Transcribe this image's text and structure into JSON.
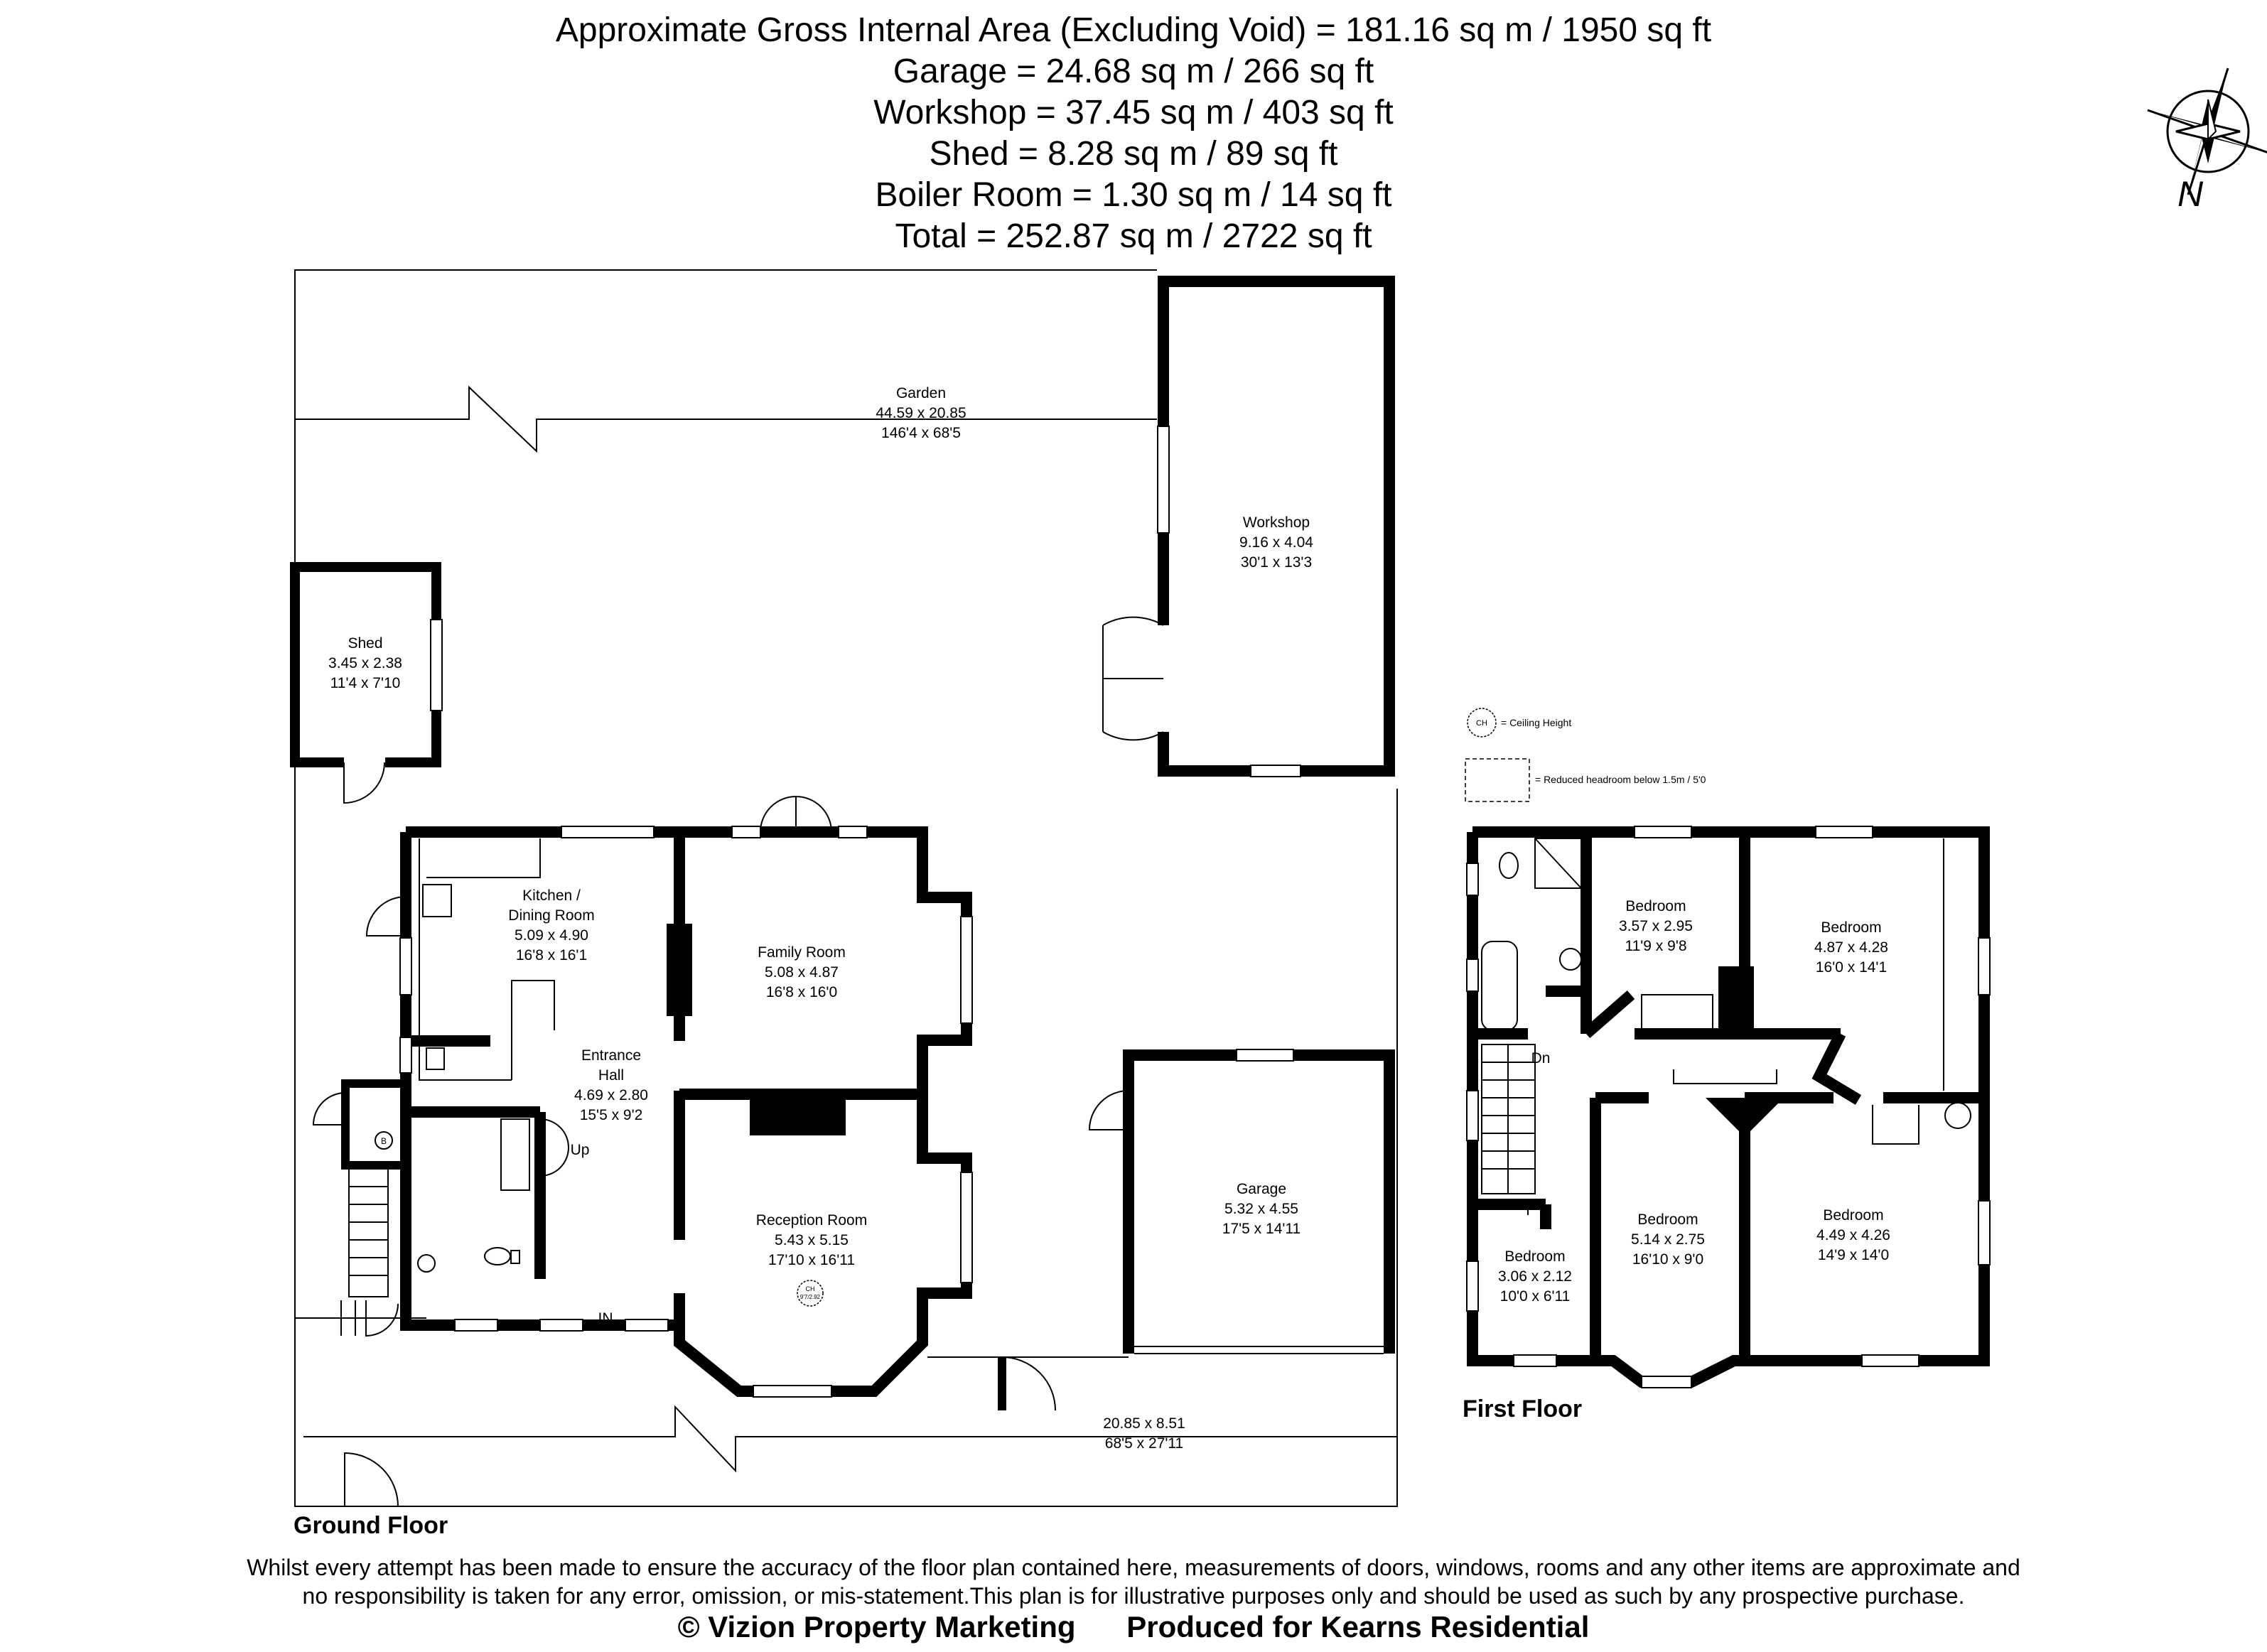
{
  "area_summary": [
    "Approximate Gross Internal Area (Excluding Void) = 181.16 sq m / 1950 sq ft",
    "Garage = 24.68 sq m / 266 sq ft",
    "Workshop = 37.45 sq m / 403 sq ft",
    "Shed = 8.28 sq m / 89 sq ft",
    "Boiler Room = 1.30 sq m / 14 sq ft",
    "Total = 252.87 sq m / 2722 sq ft"
  ],
  "compass": {
    "label": "N"
  },
  "rooms": {
    "garden": {
      "name": "Garden",
      "metric": "44.59 x 20.85",
      "imperial": "146'4 x 68'5"
    },
    "shed": {
      "name": "Shed",
      "metric": "3.45 x 2.38",
      "imperial": "11'4 x 7'10"
    },
    "workshop": {
      "name": "Workshop",
      "metric": "9.16 x 4.04",
      "imperial": "30'1 x 13'3"
    },
    "kitchen": {
      "name_line1": "Kitchen /",
      "name_line2": "Dining Room",
      "metric": "5.09 x 4.90",
      "imperial": "16'8 x 16'1"
    },
    "family": {
      "name": "Family Room",
      "metric": "5.08 x 4.87",
      "imperial": "16'8 x 16'0"
    },
    "hall": {
      "name_line1": "Entrance",
      "name_line2": "Hall",
      "metric": "4.69 x 2.80",
      "imperial": "15'5 x 9'2"
    },
    "reception": {
      "name": "Reception Room",
      "metric": "5.43 x 5.15",
      "imperial": "17'10 x 16'11",
      "ceiling_tag": "CH",
      "ceiling_value": "9'7/2.92"
    },
    "garage": {
      "name": "Garage",
      "metric": "5.32 x 4.55",
      "imperial": "17'5 x 14'11"
    },
    "front_garden": {
      "metric": "20.85 x 8.51",
      "imperial": "68'5 x 27'11"
    },
    "bed1": {
      "name": "Bedroom",
      "metric": "3.57 x 2.95",
      "imperial": "11'9 x 9'8"
    },
    "bed2": {
      "name": "Bedroom",
      "metric": "4.87 x 4.28",
      "imperial": "16'0 x 14'1"
    },
    "bed3": {
      "name": "Bedroom",
      "metric": "3.06 x 2.12",
      "imperial": "10'0 x 6'11"
    },
    "bed4": {
      "name": "Bedroom",
      "metric": "5.14 x 2.75",
      "imperial": "16'10 x 9'0"
    },
    "bed5": {
      "name": "Bedroom",
      "metric": "4.49 x 4.26",
      "imperial": "14'9 x 14'0"
    }
  },
  "markers": {
    "up": "Up",
    "down": "Dn",
    "entrance": "IN",
    "boiler": "B"
  },
  "legend": {
    "ceiling_symbol": "CH",
    "ceiling_label": "= Ceiling Height",
    "headroom_label": "= Reduced headroom below 1.5m / 5'0"
  },
  "floor_labels": {
    "ground": "Ground Floor",
    "first": "First Floor"
  },
  "disclaimer": [
    "Whilst every attempt has been made to ensure the accuracy of the floor plan contained here, measurements of doors, windows, rooms and any other items are approximate and",
    "no responsibility is taken for any error, omission, or mis-statement.This plan is for illustrative purposes only and should be used as such by any prospective purchase."
  ],
  "credits": {
    "left": "© Vizion Property Marketing",
    "right": "Produced for Kearns Residential"
  }
}
